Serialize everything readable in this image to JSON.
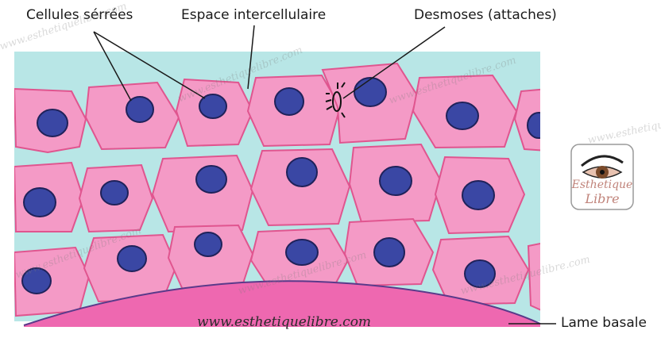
{
  "labels": {
    "cells": "Cellules sérrées",
    "space": "Espace intercellulaire",
    "desmosomes": "Desmoses (attaches)",
    "basal": "Lame basale"
  },
  "url": "www.esthetiquelibre.com",
  "watermark": "www.esthetiquelibre.com",
  "logo": {
    "line1": "Esthetique",
    "line2": "Libre"
  },
  "colors": {
    "background": "#b8e6e6",
    "cell": "#f49ac6",
    "cell_border": "#e0558f",
    "nucleus": "#3a47a4",
    "nucleus_border": "#1f225a",
    "basal": "#ee68b0",
    "basal_line": "#5a3a8a"
  }
}
